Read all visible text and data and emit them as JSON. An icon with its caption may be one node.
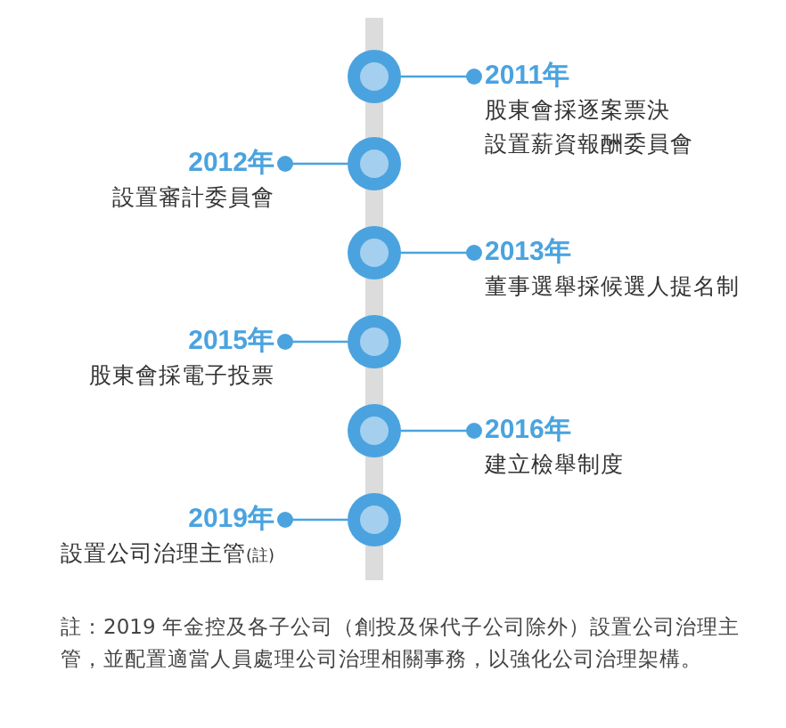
{
  "diagram": {
    "nodes": [
      {
        "text": [],
        "shape": "circle"
      },
      {
        "text": [
          "2011年",
          "股東會採逐案票決",
          "設置薪資報酬委員會"
        ]
      },
      {
        "text": [],
        "shape": "circle"
      },
      {
        "text": [
          "2012年",
          "設置審計委員會"
        ]
      },
      {
        "text": [],
        "shape": "circle"
      },
      {
        "text": [
          "2013年",
          "董事選舉採候選人提名制"
        ]
      },
      {
        "text": [],
        "shape": "circle"
      },
      {
        "text": [
          "2015年",
          "股東會採電子投票"
        ]
      },
      {
        "text": [],
        "shape": "circle"
      },
      {
        "text": [
          "2016年",
          "建立檢舉制度"
        ]
      },
      {
        "text": [],
        "shape": "circle"
      },
      {
        "text": [
          "2019年",
          "設置公司治理主管$_{(註)}$"
        ]
      }
    ],
    "edges": [
      {
        "from": 0,
        "to": 1,
        "arrow": "other"
      },
      {
        "from": 2,
        "to": 3,
        "arrow": "other"
      },
      {
        "from": 4,
        "to": 5,
        "arrow": "other"
      },
      {
        "from": 6,
        "to": 7,
        "arrow": "other"
      },
      {
        "from": 8,
        "to": 9,
        "arrow": "other"
      },
      {
        "from": 10,
        "to": 11,
        "arrow": "other"
      }
    ],
    "labels": [
      "註：2019 年金控及各子公司（創投及保代子公司除外）設置公司治理主管，並配置適當人員處理公司治理相關事務，以強化公司治理架構。"
    ]
  }
}
